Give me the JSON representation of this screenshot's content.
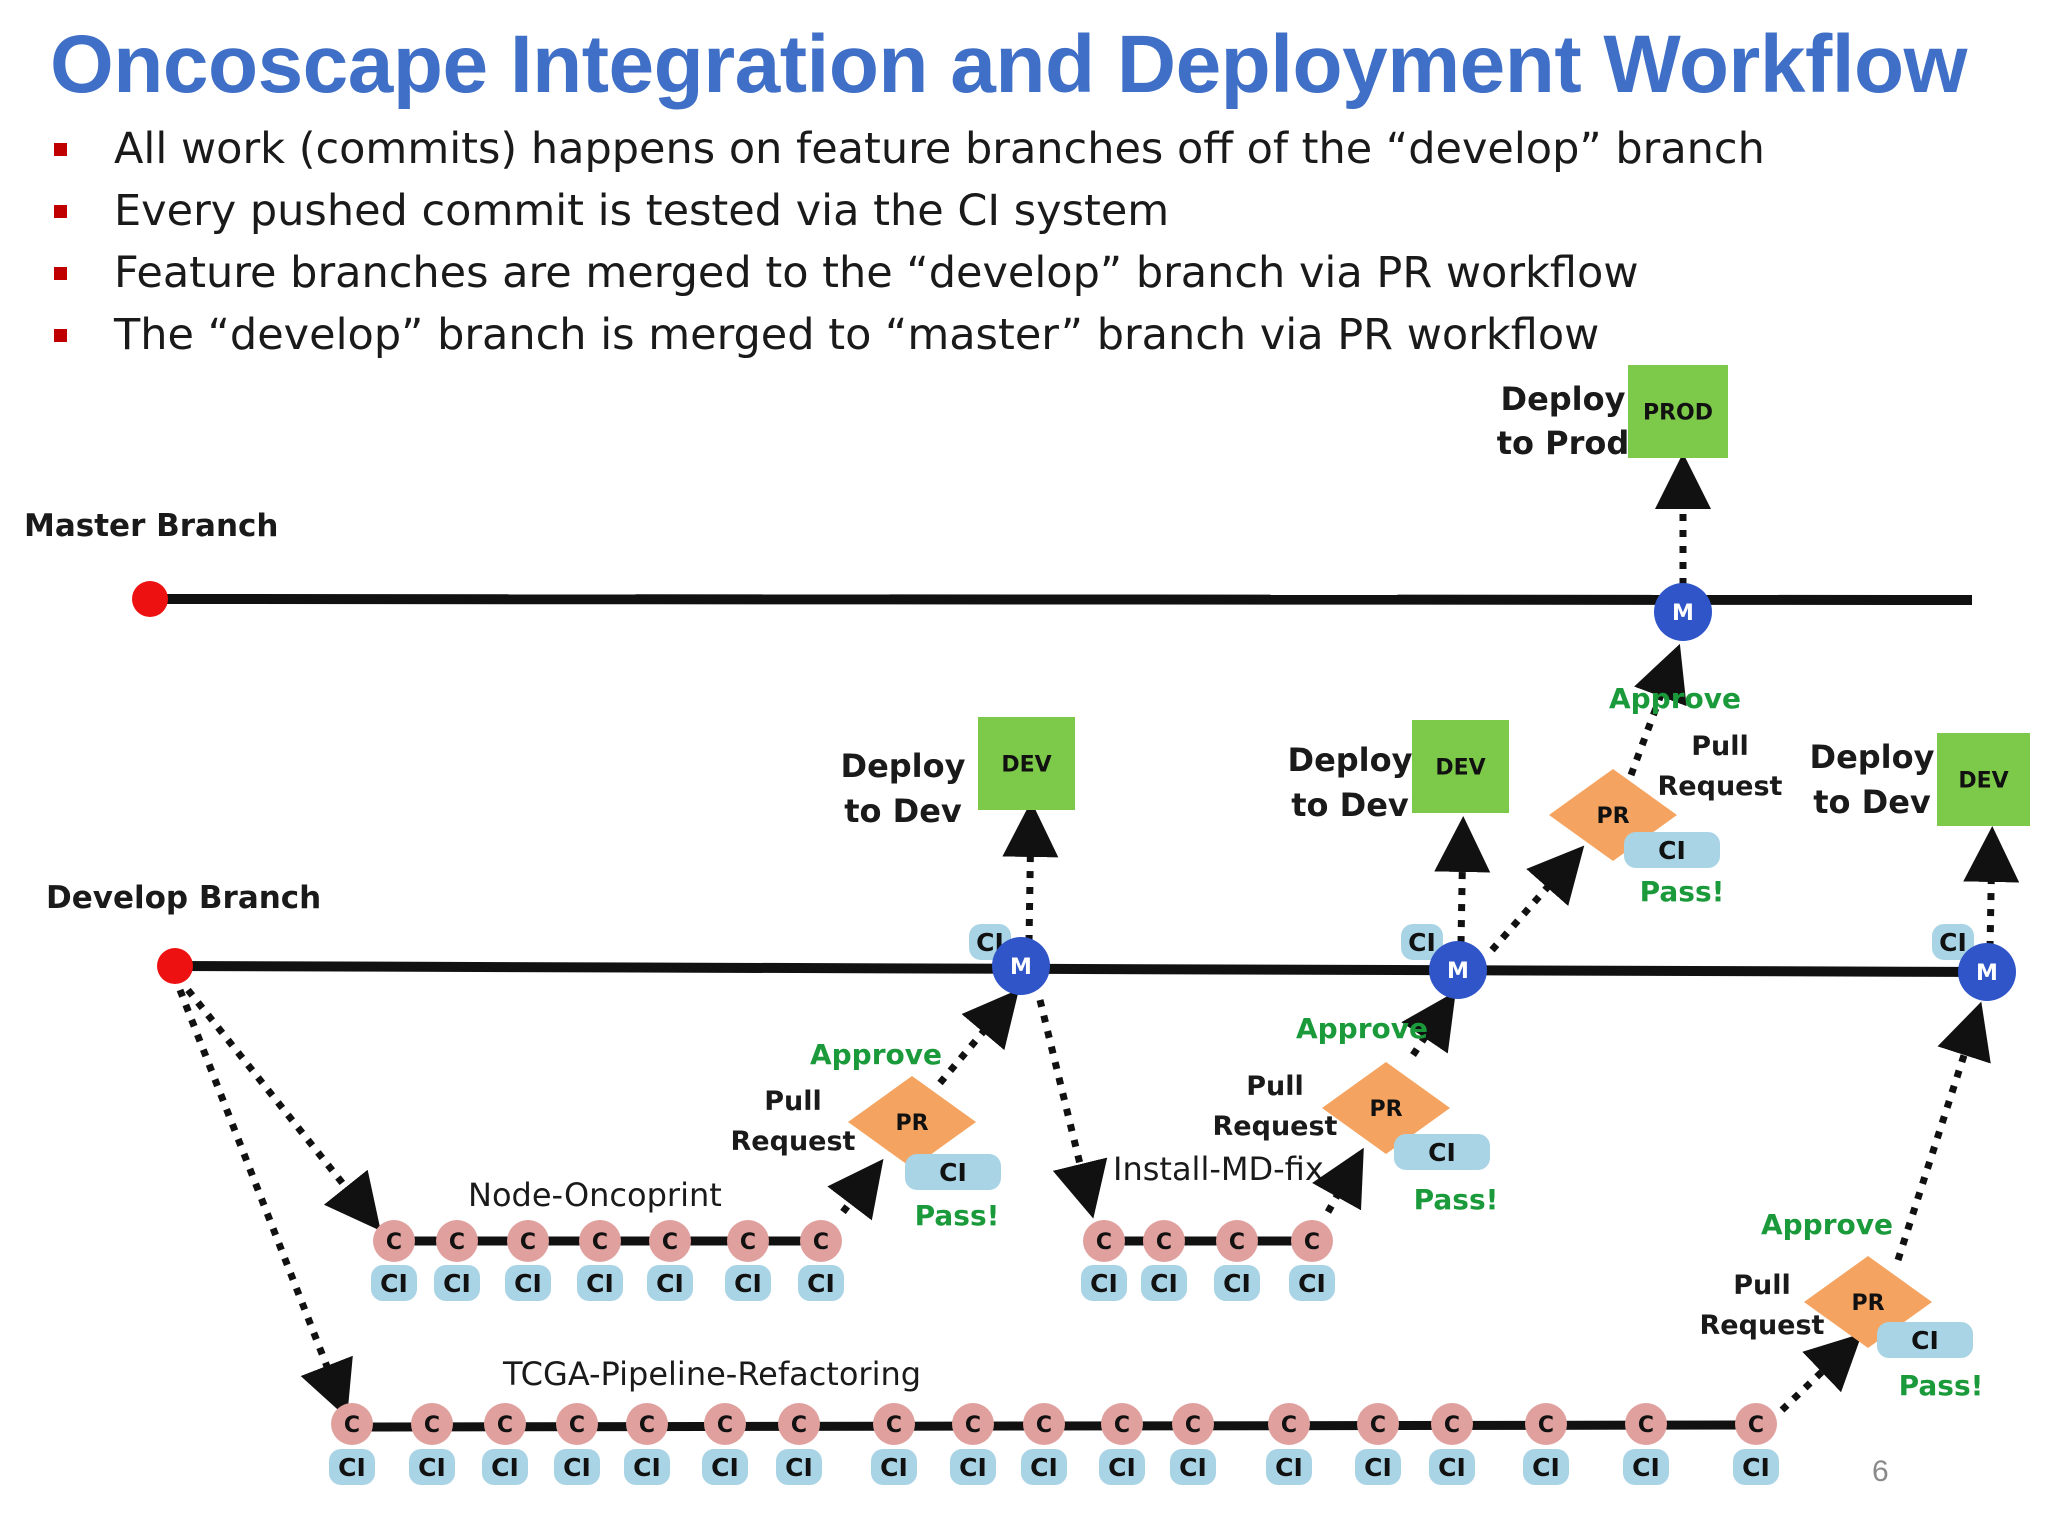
{
  "slide": {
    "title": "Oncoscape Integration and Deployment Workflow",
    "bullets": [
      "All work (commits) happens on feature branches off of the “develop” branch",
      "Every pushed commit is tested via the CI system",
      "Feature branches are merged to the “develop” branch via PR workflow",
      "The “develop” branch is merged to “master” branch via PR workflow"
    ],
    "page_number": "6"
  },
  "diagram": {
    "master_branch_label": "Master Branch",
    "develop_branch_label": "Develop Branch",
    "feature_branches": [
      "Node-Oncoprint",
      "Install-MD-fix",
      "TCGA-Pipeline-Refactoring"
    ],
    "commit_label": "C",
    "ci_label": "CI",
    "merge_label": "M",
    "pr_label": "PR",
    "pass_label": "Pass!",
    "approve_label": "Approve",
    "pull_request_label": [
      "Pull",
      "Request"
    ],
    "deploy_dev_label": [
      "Deploy",
      "to Dev"
    ],
    "deploy_prod_label": [
      "Deploy",
      "to Prod"
    ],
    "dev_box_label": "DEV",
    "prod_box_label": "PROD",
    "colors": {
      "title": "#3f6fc6",
      "bullet": "#c00000",
      "commit": "#e0a09e",
      "ci": "#a8d4e6",
      "merge": "#2f55c8",
      "pr": "#f4a460",
      "deploy": "#7dc94a",
      "approve": "#1a9a3a",
      "origin": "#ee1111"
    }
  }
}
